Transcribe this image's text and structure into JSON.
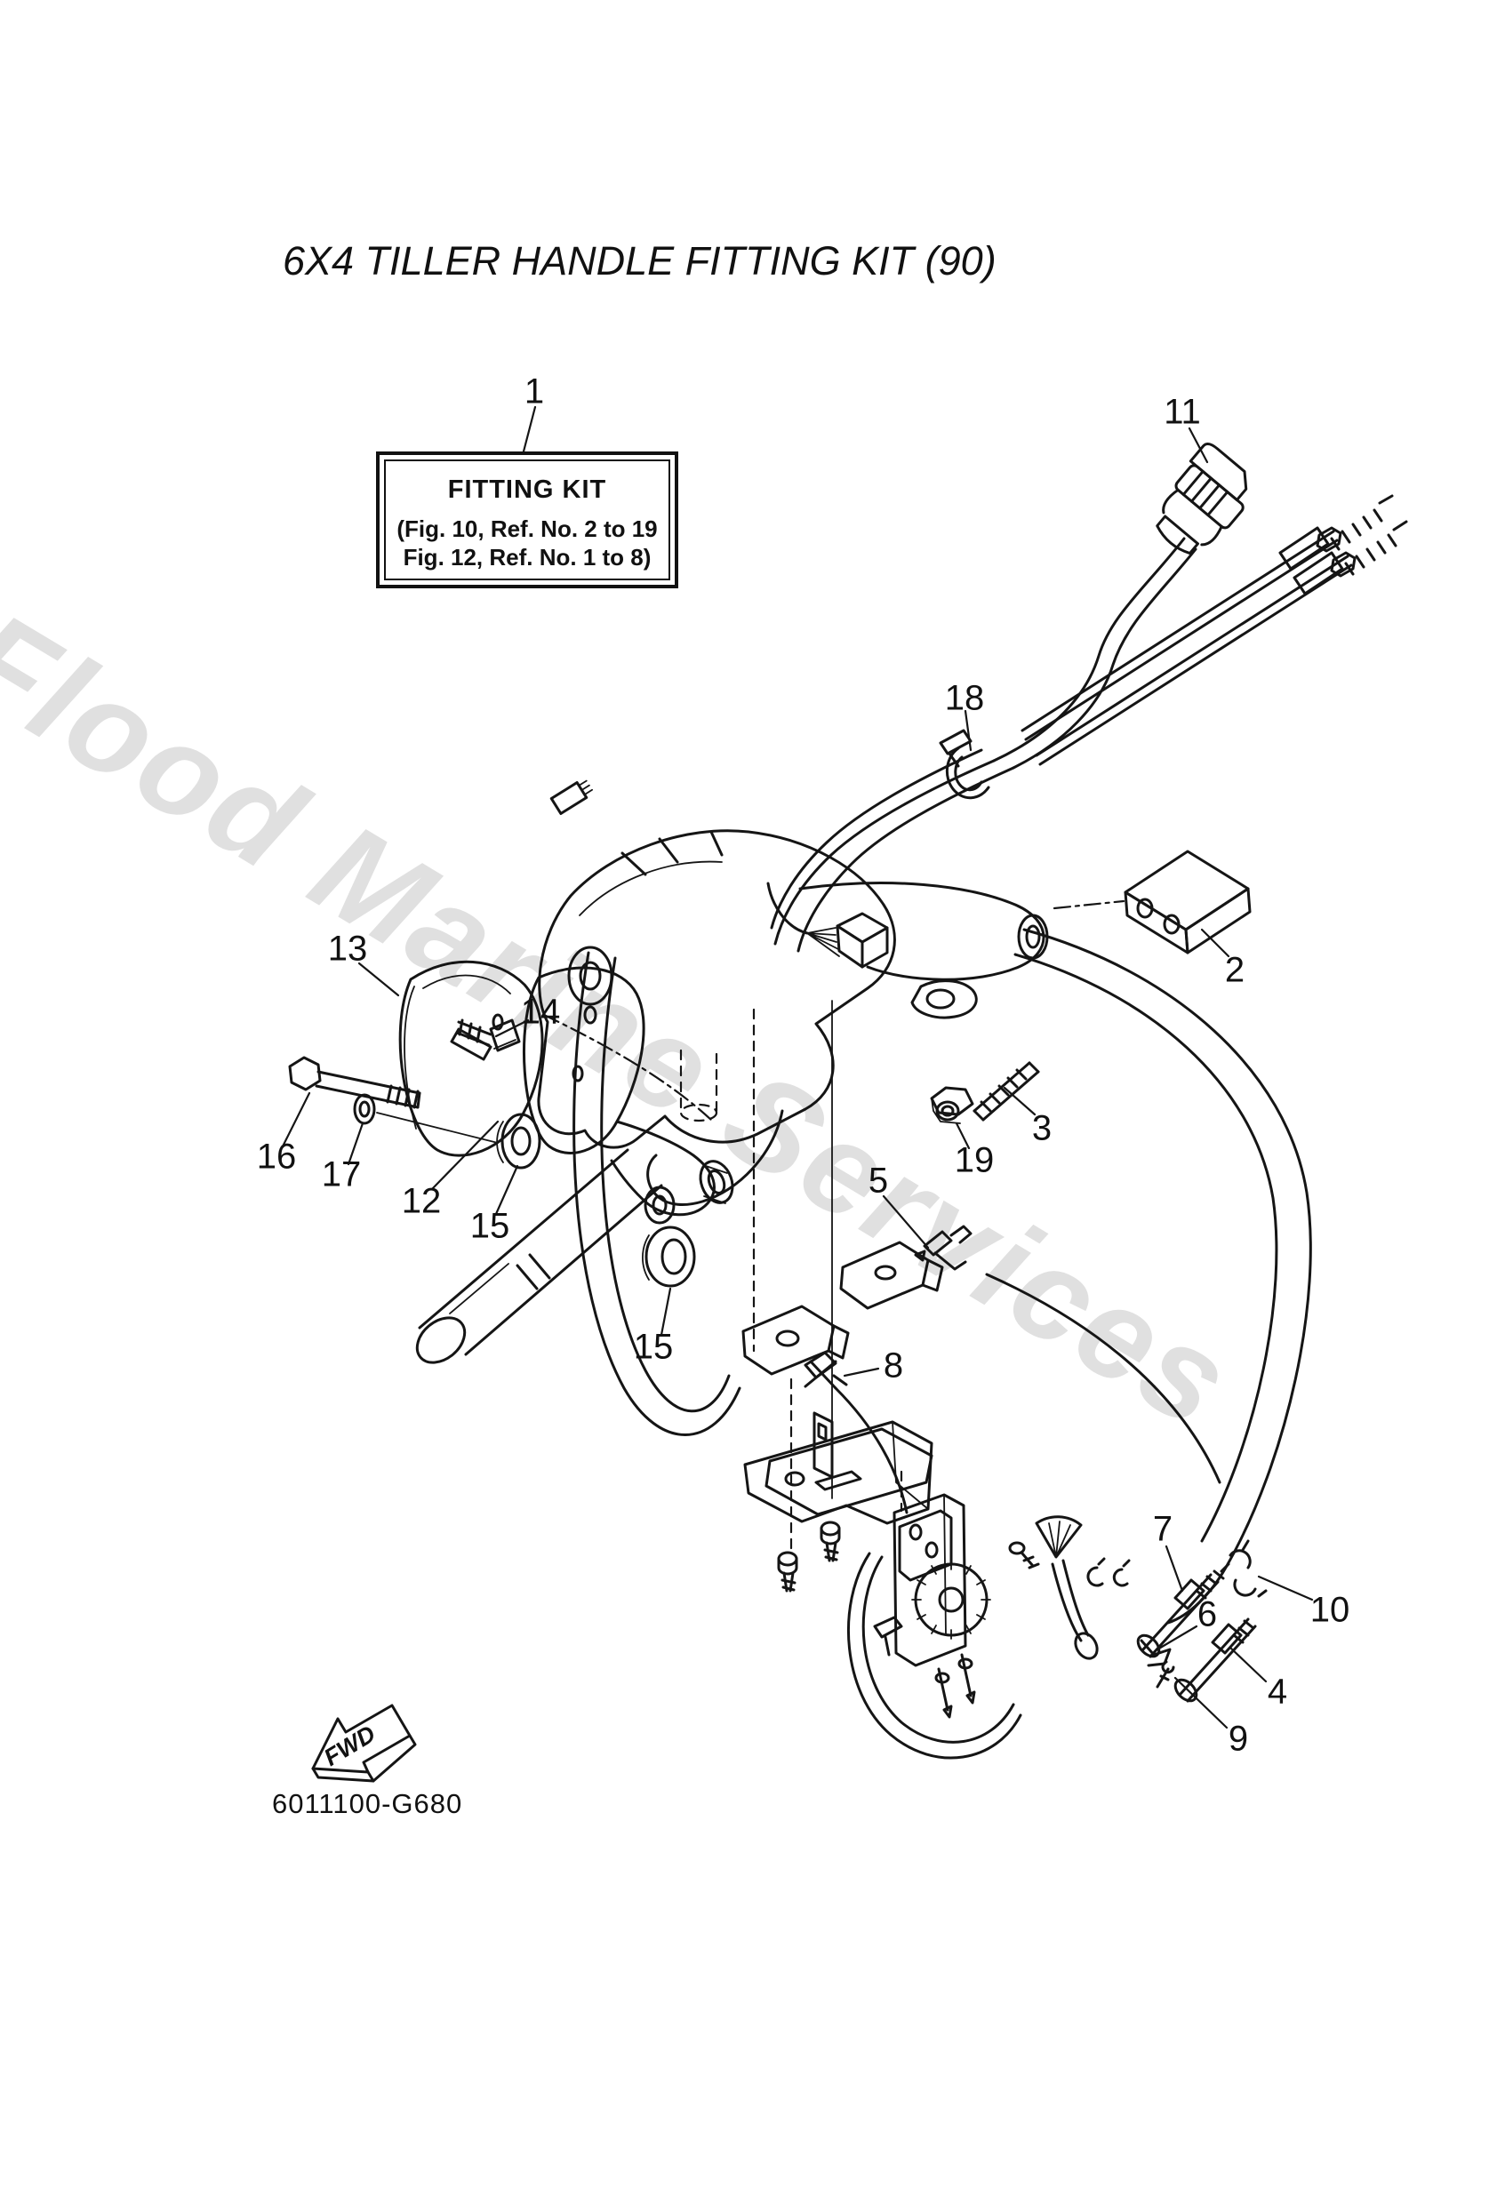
{
  "title": {
    "text": "6X4 TILLER HANDLE FITTING KIT (90)"
  },
  "fitting_kit_label": {
    "heading": "FITTING KIT",
    "ref_line_1": "(Fig. 10, Ref. No. 2 to 19",
    "ref_line_2": "Fig. 12, Ref. No. 1 to 8)"
  },
  "callouts": {
    "n1": "1",
    "n2": "2",
    "n3": "3",
    "n4": "4",
    "n5": "5",
    "n6": "6",
    "n7": "7",
    "n8": "8",
    "n9": "9",
    "n10": "10",
    "n11": "11",
    "n12": "12",
    "n13": "13",
    "n14": "14",
    "n15a": "15",
    "n15b": "15",
    "n16": "16",
    "n17": "17",
    "n18": "18",
    "n19": "19"
  },
  "fwd_marker": {
    "text": "FWD"
  },
  "drawing_number": {
    "text": "6011100-G680"
  },
  "watermark": {
    "text": "Flood Marine Services",
    "color": "#e0e0e0"
  },
  "colors": {
    "line": "#151515",
    "background": "#ffffff"
  }
}
